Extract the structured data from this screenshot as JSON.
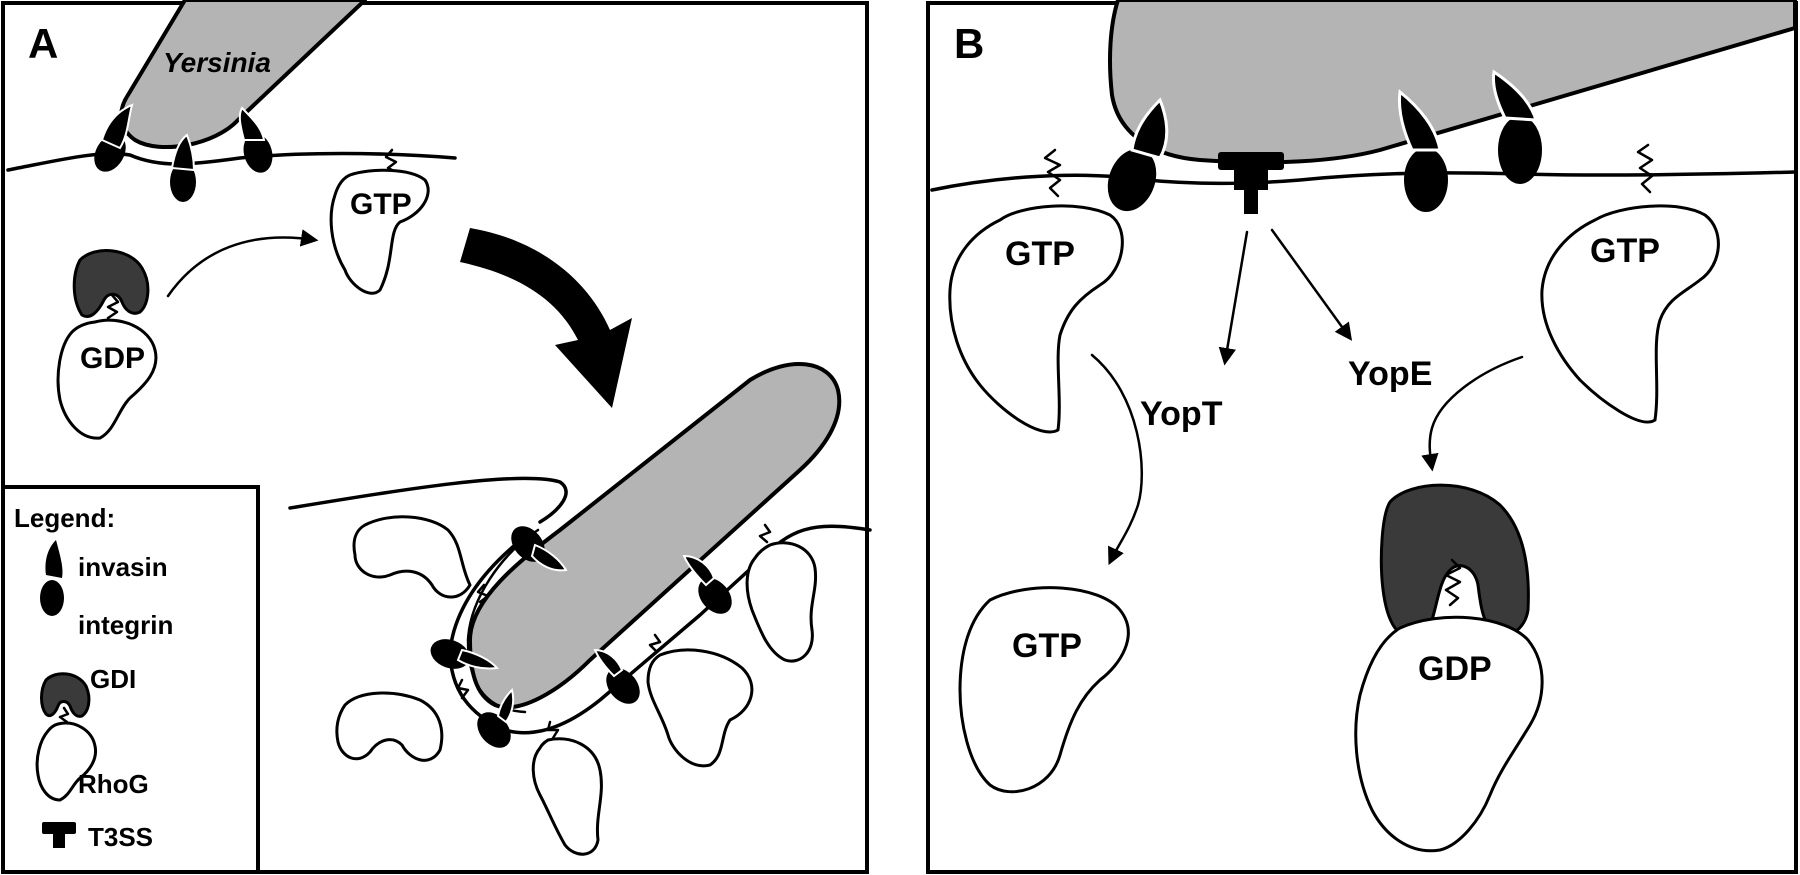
{
  "panels": {
    "a": {
      "letter": "A",
      "bacterium_label": "Yersinia",
      "gtp_label": "GTP",
      "gdp_label": "GDP"
    },
    "b": {
      "letter": "B",
      "gtp_left": "GTP",
      "gtp_right": "GTP",
      "gtp_bottom": "GTP",
      "gdp_bottom": "GDP",
      "yopt": "YopT",
      "yope": "YopE"
    }
  },
  "legend": {
    "title": "Legend:",
    "invasin": "invasin",
    "integrin": "integrin",
    "gdi": "GDI",
    "rhog": "RhoG",
    "t3ss": "T3SS"
  },
  "colors": {
    "bacterium": "#b4b4b4",
    "gdi": "#3a3a3a",
    "outline": "#000000",
    "background": "#ffffff"
  }
}
